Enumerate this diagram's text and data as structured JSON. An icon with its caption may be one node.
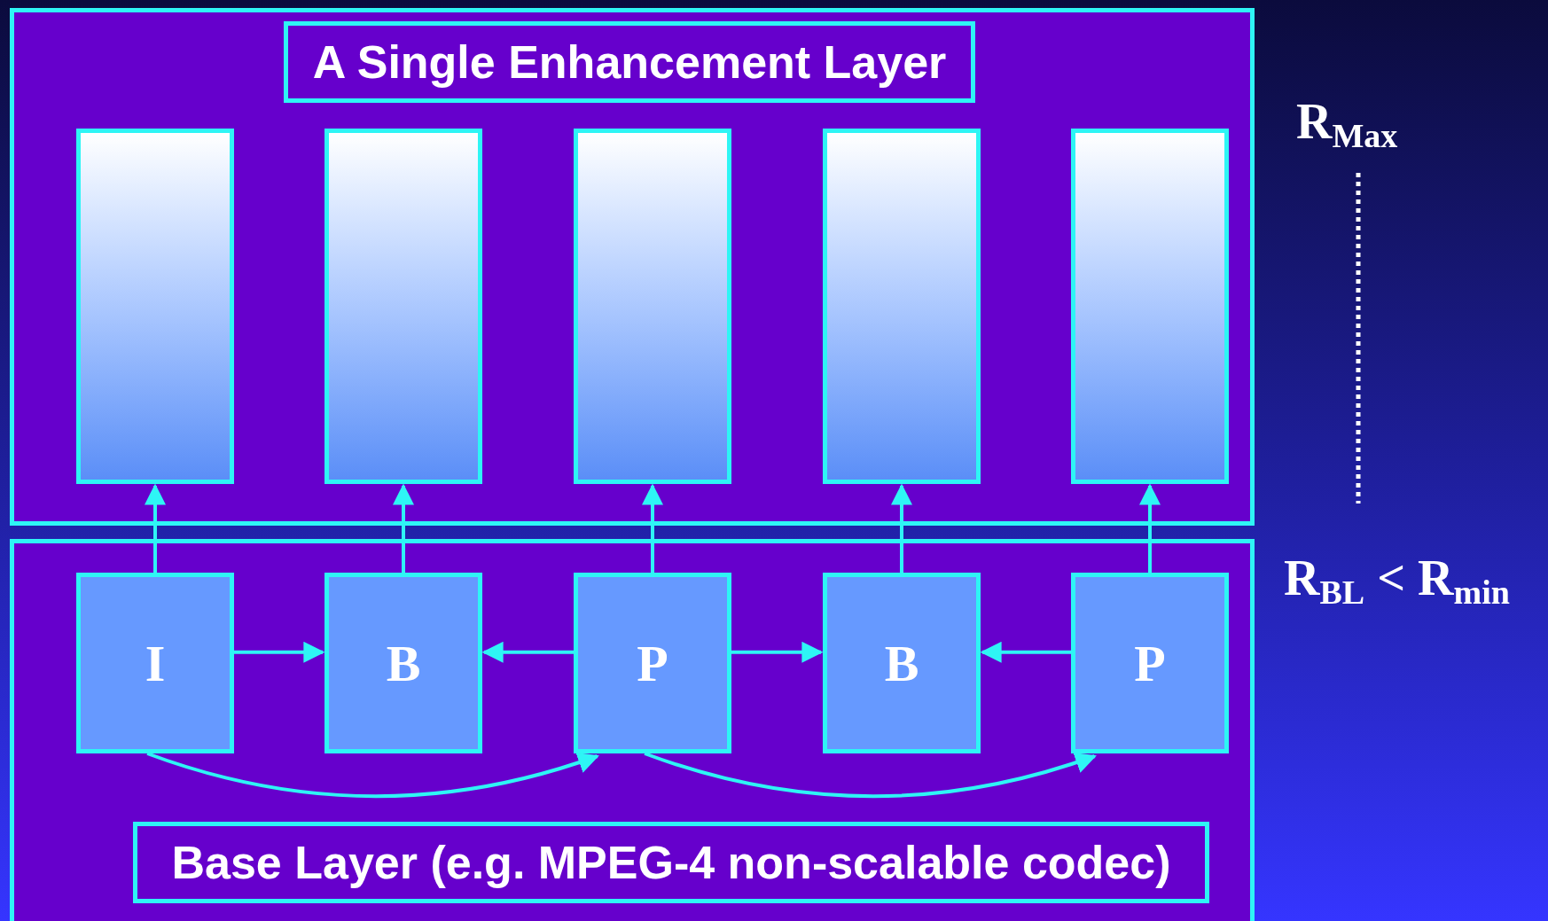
{
  "diagram": {
    "nodes": [
      {
        "text": [],
        "shape": "box"
      },
      {
        "text": [
          "A Single Enhancement Layer"
        ],
        "in": 0
      },
      {
        "text": [],
        "shape": "bar",
        "in": 0
      },
      {
        "text": [],
        "shape": "bar",
        "in": 0
      },
      {
        "text": [],
        "shape": "bar",
        "in": 0
      },
      {
        "text": [],
        "shape": "bar",
        "in": 0
      },
      {
        "text": [],
        "shape": "bar",
        "in": 0
      },
      {
        "text": [],
        "shape": "box"
      },
      {
        "text": [
          "I"
        ],
        "in": 7
      },
      {
        "text": [
          "B"
        ],
        "in": 7
      },
      {
        "text": [
          "P"
        ],
        "in": 7
      },
      {
        "text": [
          "B"
        ],
        "in": 7
      },
      {
        "text": [
          "P"
        ],
        "in": 7
      },
      {
        "text": [
          "Base Layer (e.g. MPEG-4 non-scalable codec)"
        ],
        "in": 7
      }
    ],
    "edges": [
      {
        "from": 8,
        "to": 2,
        "arrow": "to"
      },
      {
        "from": 9,
        "to": 3,
        "arrow": "to"
      },
      {
        "from": 10,
        "to": 4,
        "arrow": "to"
      },
      {
        "from": 11,
        "to": 5,
        "arrow": "to"
      },
      {
        "from": 12,
        "to": 6,
        "arrow": "to"
      },
      {
        "from": 8,
        "to": 9,
        "arrow": "to"
      },
      {
        "from": 10,
        "to": 9,
        "arrow": "to"
      },
      {
        "from": 10,
        "to": 11,
        "arrow": "to"
      },
      {
        "from": 12,
        "to": 11,
        "arrow": "to"
      },
      {
        "from": 8,
        "to": 10,
        "arrow": "to"
      },
      {
        "from": 10,
        "to": 12,
        "arrow": "to"
      }
    ],
    "labels": [
      "R$_{Max}$",
      "R$_{BL}$ < R$_{min}$"
    ]
  }
}
